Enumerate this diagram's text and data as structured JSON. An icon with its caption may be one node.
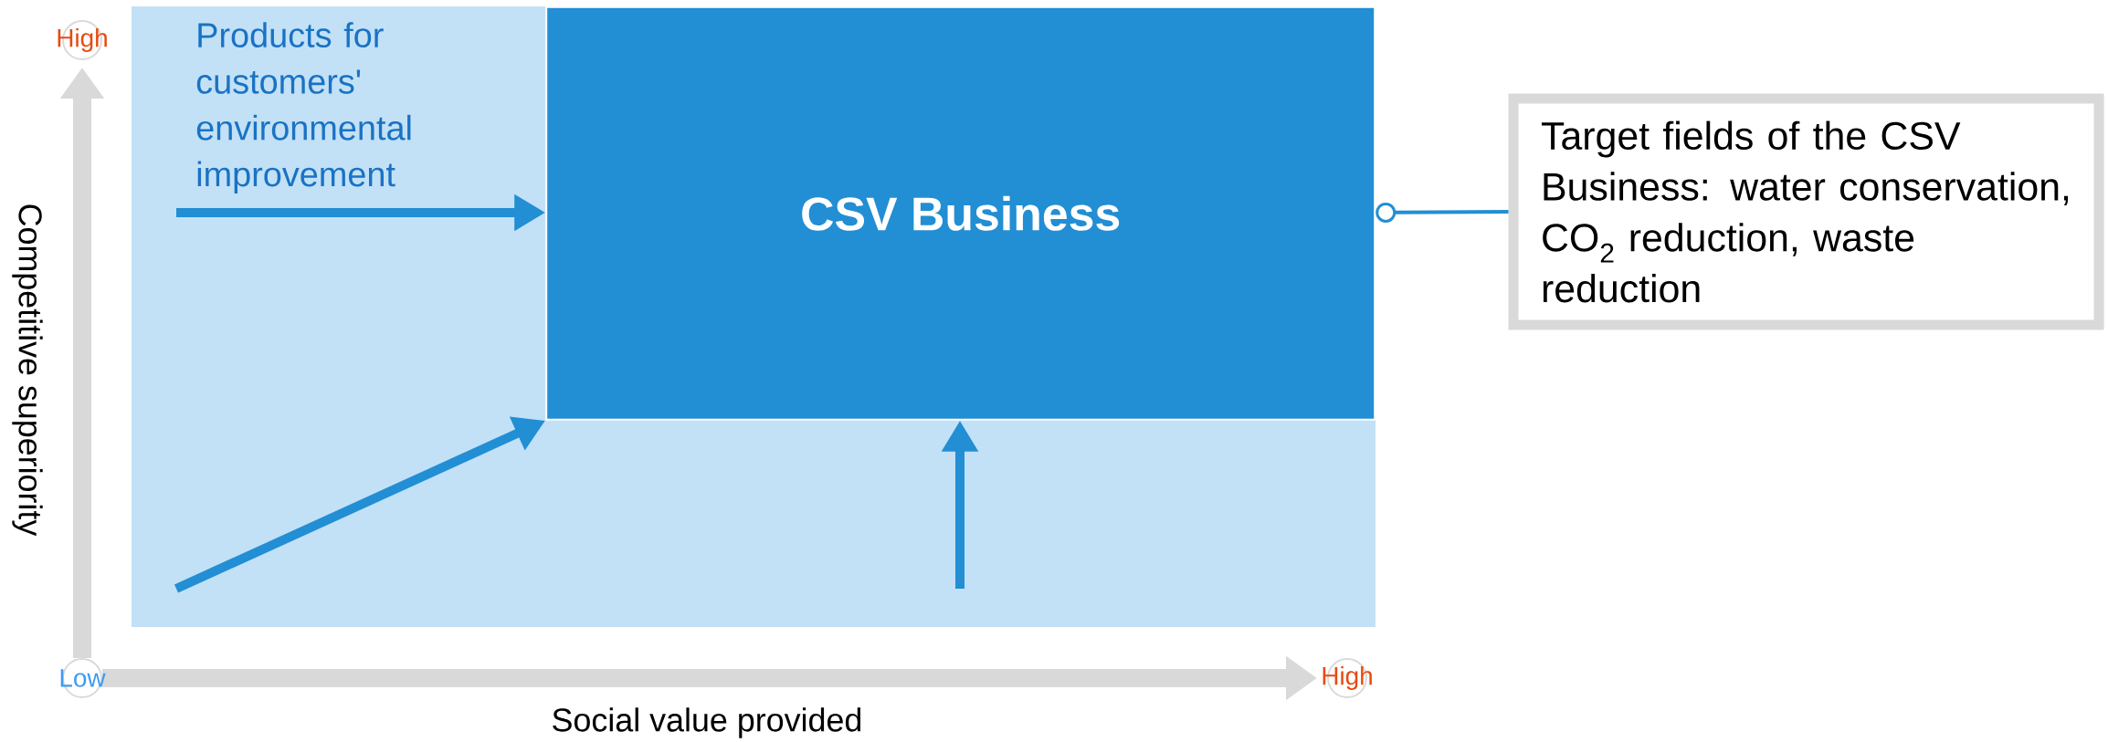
{
  "diagram": {
    "nodes": [
      {
        "text": [
          "Products for customers' environmental improvement"
        ]
      },
      {
        "text": [
          "CSV Business"
        ],
        "in": 0
      },
      {
        "text": [
          "Target fields of the CSV Business: water conservation, CO$_{2}$ reduction, waste reduction"
        ]
      }
    ],
    "edges": [
      {
        "from": 1,
        "to": 2,
        "arrow": "other"
      },
      {
        "from": null,
        "to": 1,
        "arrow": "to"
      },
      {
        "from": null,
        "to": 1,
        "arrow": "to"
      },
      {
        "from": null,
        "to": 1,
        "arrow": "to"
      }
    ],
    "labels": [
      "High",
      "Competitive superiority",
      "Low",
      "High",
      "Social value provided"
    ]
  }
}
